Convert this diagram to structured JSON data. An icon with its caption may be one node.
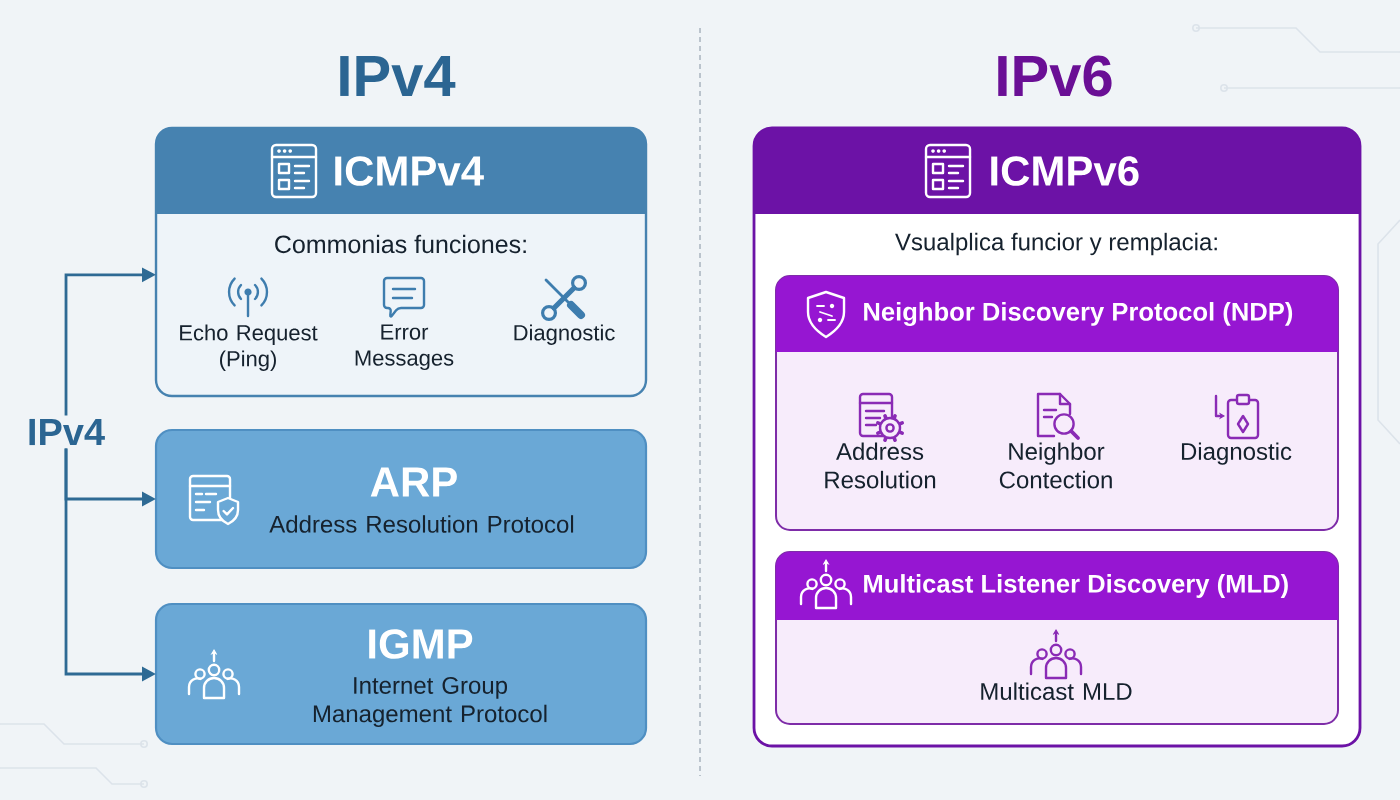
{
  "diagram": {
    "nodes": [
      {
        "text": [
          "ICMPv4",
          "Commonias funciones:",
          "Echo Request (Ping)",
          "Error Messages",
          "Diagnostic"
        ]
      },
      {
        "text": [
          "IPv4"
        ]
      },
      {
        "text": [
          "ARP",
          "Address Resolution Protocol"
        ]
      },
      {
        "text": [
          "IGMP",
          "Internet Group Management Protocol"
        ]
      },
      {
        "text": [
          "ICMPv6",
          "Vsualplica funcior y remplacia:"
        ]
      },
      {
        "text": [
          "Neighbor Discovery Protocol (NDP)",
          "Address Resolution",
          "Neighbor Contection",
          "Diagnostic"
        ],
        "in": 4
      },
      {
        "text": [
          "Multicast Listener Discovery (MLD)",
          "Multicast MLD"
        ],
        "in": 4
      }
    ],
    "edges": [
      {
        "from": 1,
        "to": 0,
        "arrow": "to"
      },
      {
        "from": 1,
        "to": 2,
        "arrow": "to"
      },
      {
        "from": 1,
        "to": 3,
        "arrow": "to"
      }
    ],
    "labels": [
      "IPv4",
      "IPv6"
    ]
  }
}
